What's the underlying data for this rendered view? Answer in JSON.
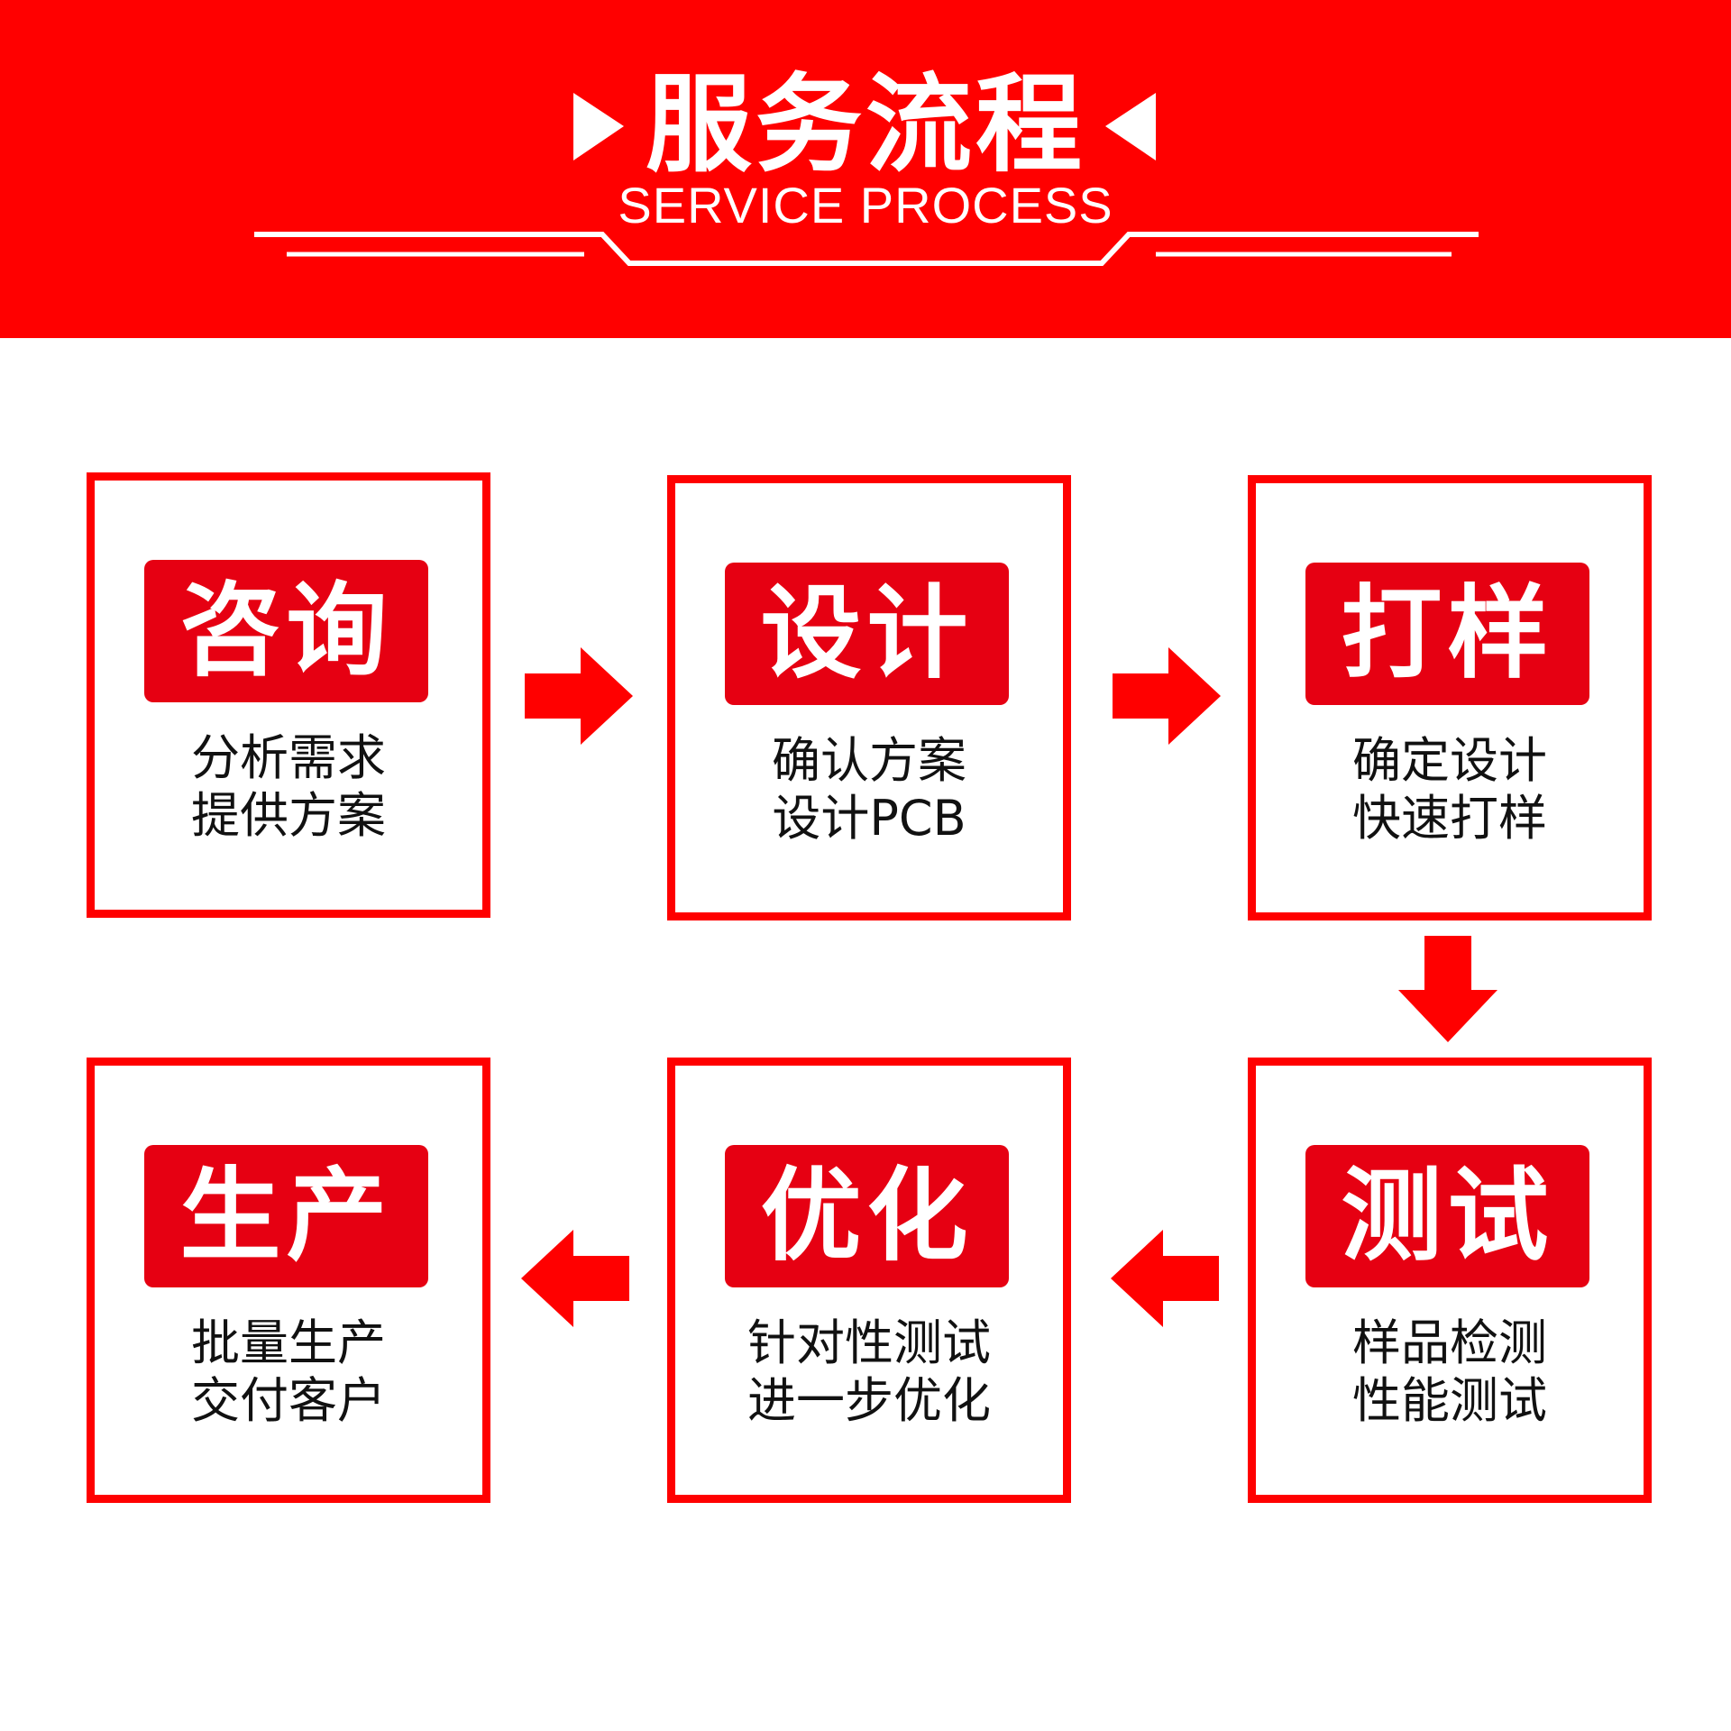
{
  "header": {
    "title_cn": "服务流程",
    "title_en": "SERVICE PROCESS"
  },
  "colors": {
    "brand_red": "#ff0000",
    "label_red": "#e60012",
    "white": "#ffffff"
  },
  "steps": [
    {
      "label": "咨询",
      "line1": "分析需求",
      "line2": "提供方案"
    },
    {
      "label": "设计",
      "line1": "确认方案",
      "line2": "设计PCB"
    },
    {
      "label": "打样",
      "line1": "确定设计",
      "line2": "快速打样"
    },
    {
      "label": "测试",
      "line1": "样品检测",
      "line2": "性能测试"
    },
    {
      "label": "优化",
      "line1": "针对性测试",
      "line2": "进一步优化"
    },
    {
      "label": "生产",
      "line1": "批量生产",
      "line2": "交付客户"
    }
  ],
  "connectors": [
    {
      "from": "咨询",
      "to": "设计",
      "direction": "right"
    },
    {
      "from": "设计",
      "to": "打样",
      "direction": "right"
    },
    {
      "from": "打样",
      "to": "测试",
      "direction": "down"
    },
    {
      "from": "测试",
      "to": "优化",
      "direction": "left"
    },
    {
      "from": "优化",
      "to": "生产",
      "direction": "left"
    }
  ]
}
